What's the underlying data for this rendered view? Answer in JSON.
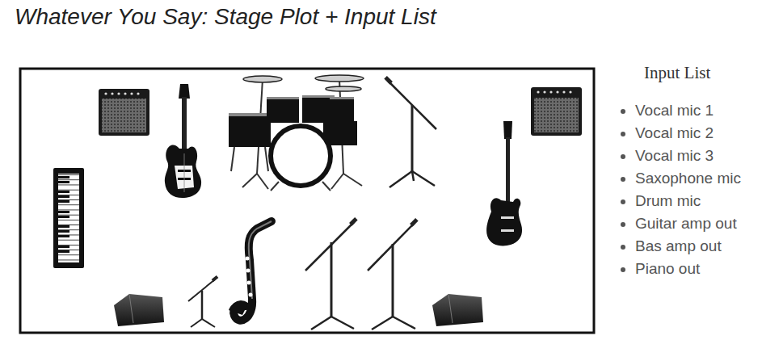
{
  "diagram": {
    "title": "Whatever You Say: Stage Plot + Input List",
    "labels": [
      "Input List",
      "Vocal mic 1",
      "Vocal mic 2",
      "Vocal mic 3",
      "Saxophone mic",
      "Drum mic",
      "Guitar amp out",
      "Bas amp out",
      "Piano out"
    ]
  }
}
